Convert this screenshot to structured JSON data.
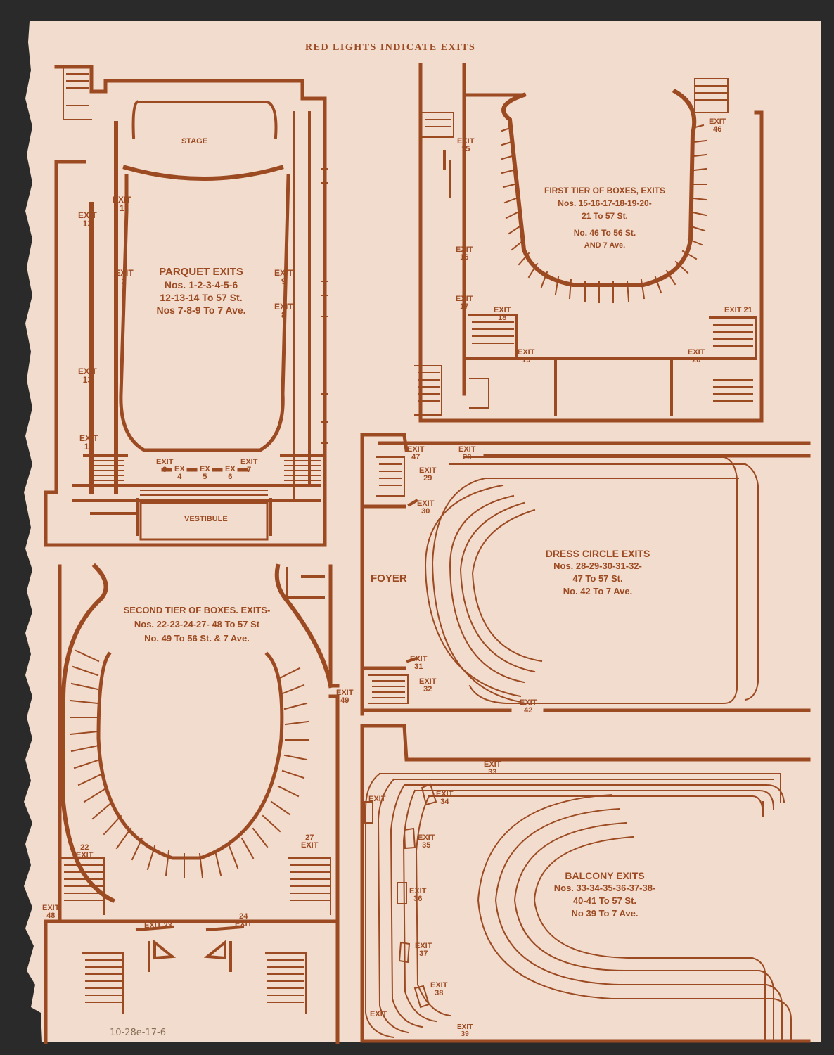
{
  "header": "RED LIGHTS INDICATE EXITS",
  "handwritten_note": "10-28e-17-6",
  "colors": {
    "ink": "#9c4a22",
    "paper": "#f2dccd",
    "backing": "#2a2a2a"
  },
  "parquet": {
    "stage": "STAGE",
    "vestibule": "VESTIBULE",
    "title": [
      "PARQUET EXITS",
      "Nos. 1-2-3-4-5-6",
      "12-13-14 To 57 St.",
      "Nos 7-8-9 To 7 Ave."
    ],
    "exits": [
      "EXIT\n1",
      "EXIT\n2",
      "EXIT\n3",
      "EX\n4",
      "EX\n5",
      "EX\n6",
      "EXIT\n7",
      "EXIT\n8",
      "EXIT\n9",
      "EXIT\n12",
      "EXIT\n13",
      "EXIT\n14"
    ]
  },
  "first_tier": {
    "title": [
      "FIRST TIER OF BOXES, EXITS",
      "Nos. 15-16-17-18-19-20-",
      "21 To 57 St.",
      "No. 46 To 56 St.",
      "AND 7 Ave."
    ],
    "exits": [
      "EXIT\n15",
      "EXIT\n16",
      "EXIT\n17",
      "EXIT\n18",
      "EXIT\n19",
      "EXIT\n20",
      "EXIT 21",
      "EXIT\n46"
    ]
  },
  "dress_circle": {
    "foyer": "FOYER",
    "title": [
      "DRESS CIRCLE EXITS",
      "Nos. 28-29-30-31-32-",
      "47 To 57 St.",
      "No. 42 To 7 Ave."
    ],
    "exits": [
      "EXIT\n47",
      "EXIT\n28",
      "EXIT\n29",
      "EXIT\n30",
      "EXIT\n31",
      "EXIT\n32",
      "EXIT\n42"
    ]
  },
  "second_tier": {
    "title": [
      "SECOND TIER OF BOXES. EXITS-",
      "Nos. 22-23-24-27- 48 To 57 St",
      "No. 49 To 56 St. & 7 Ave."
    ],
    "exits": [
      "EXIT\n49",
      "22\nEXIT",
      "27\nEXIT",
      "EXIT\n48",
      "EXIT 23",
      "24\nEXIT"
    ]
  },
  "balcony": {
    "title": [
      "BALCONY EXITS",
      "Nos. 33-34-35-36-37-38-",
      "40-41 To 57 St.",
      "No 39 To 7 Ave."
    ],
    "exits": [
      "EXIT\n33",
      "EXIT",
      "EXIT\n34",
      "EXIT\n35",
      "EXIT\n36",
      "EXIT\n37",
      "EXIT\n38",
      "EXIT",
      "EXIT\n39"
    ]
  }
}
